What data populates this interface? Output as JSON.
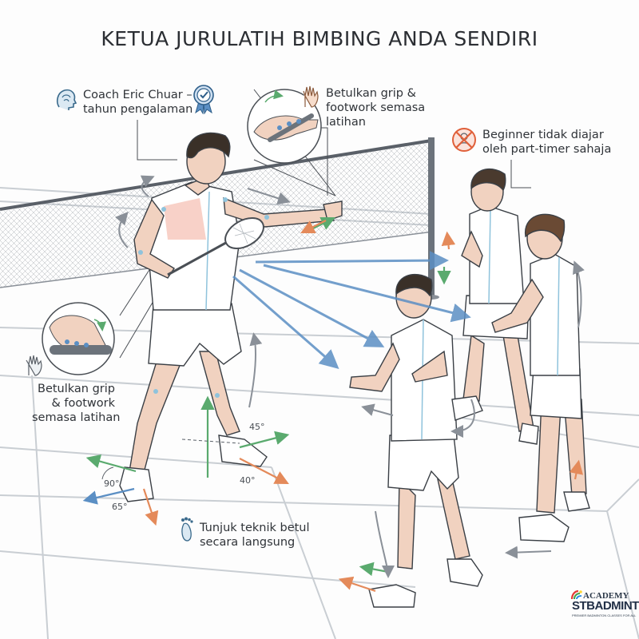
{
  "title": "KETUA JURULATIH BIMBING ANDA SENDIRI",
  "callouts": {
    "coach": [
      "Coach Eric Chuar –",
      "tahun pengalaman"
    ],
    "grip_top": [
      "Betulkan grip &",
      "footwork semasa",
      "latihan"
    ],
    "beginner": [
      "Beginner tidak diajar",
      "oleh part-timer sahaja"
    ],
    "grip_left": [
      "Betulkan grip",
      "& footwork",
      "semasa latihan"
    ],
    "technique": [
      "Tunjuk teknik betul",
      "secara langsung"
    ]
  },
  "angles": [
    "45°",
    "40°",
    "90°",
    "65°"
  ],
  "logo": {
    "line1": "ACADEMY",
    "line2": "STBADMINTON",
    "line3": "PREMIER BADMINTON CLASSES FOR ALL",
    "colors": [
      "#e53935",
      "#43a047",
      "#1e88e5",
      "#fdd835"
    ]
  },
  "icons": [
    "head-silhouette-icon",
    "award-ribbon-icon",
    "hand-icon",
    "no-entry-icon",
    "footprint-icon",
    "grip-detail-icon"
  ],
  "colors": {
    "ink": "#3a3f45",
    "arrow_blue": "#5b8fc4",
    "arrow_green": "#5aaa6e",
    "arrow_orange": "#e48a5a",
    "muscle": "#e9826e"
  }
}
